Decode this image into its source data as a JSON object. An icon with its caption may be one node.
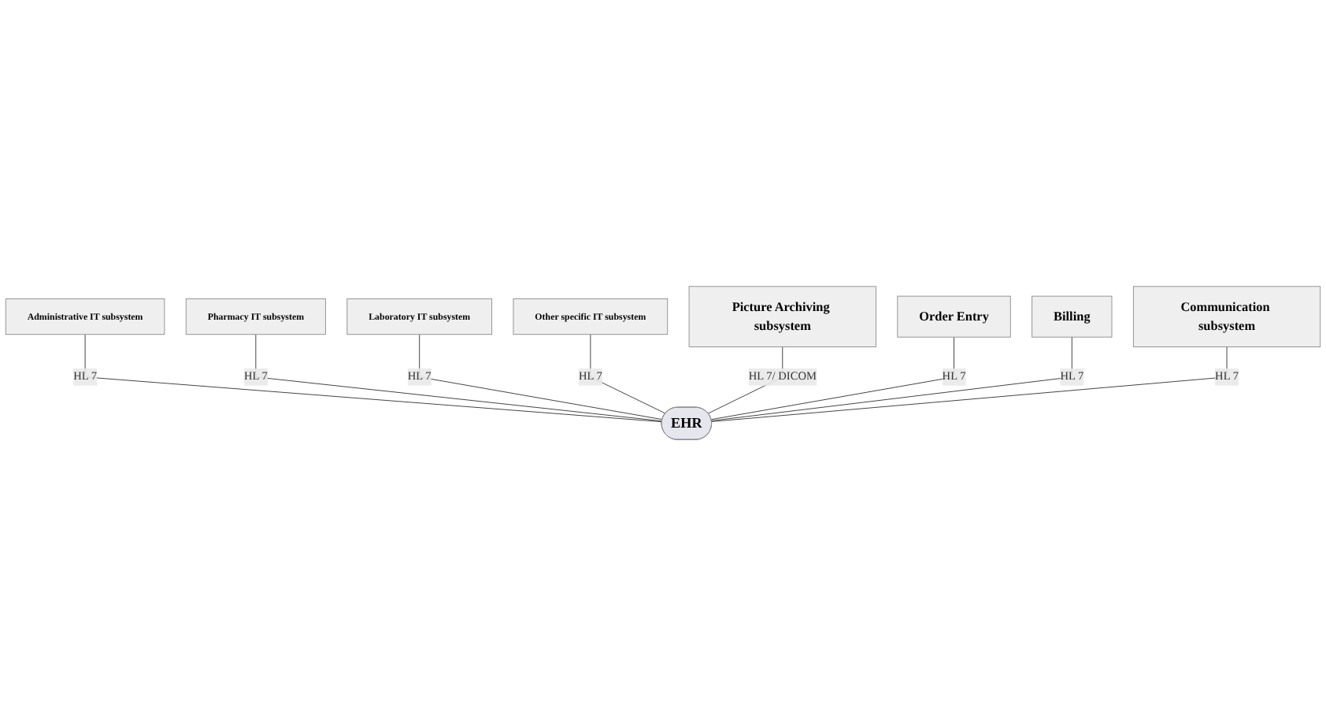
{
  "diagram": {
    "nodes": [
      {
        "text": [
          "Administrative IT subsystem"
        ]
      },
      {
        "text": [
          "Pharmacy IT subsystem"
        ]
      },
      {
        "text": [
          "Laboratory IT subsystem"
        ]
      },
      {
        "text": [
          "Other specific IT subsystem"
        ]
      },
      {
        "text": [
          "EHR"
        ]
      },
      {
        "text": [
          "Picture Archiving subsystem"
        ]
      },
      {
        "text": [
          "Order Entry"
        ]
      },
      {
        "text": [
          "Billing"
        ]
      },
      {
        "text": [
          "Communication subsystem"
        ]
      }
    ],
    "edges": [
      {
        "from": 0,
        "to": 4,
        "arrow": "none",
        "label": "HL 7"
      },
      {
        "from": 1,
        "to": 4,
        "arrow": "none",
        "label": "HL 7"
      },
      {
        "from": 2,
        "to": 4,
        "arrow": "none",
        "label": "HL 7"
      },
      {
        "from": 3,
        "to": 4,
        "arrow": "none",
        "label": "HL 7"
      },
      {
        "from": 5,
        "to": 4,
        "arrow": "none",
        "label": "HL 7/ DICOM"
      },
      {
        "from": 6,
        "to": 4,
        "arrow": "none",
        "label": "HL 7"
      },
      {
        "from": 7,
        "to": 4,
        "arrow": "none",
        "label": "HL 7"
      },
      {
        "from": 8,
        "to": 4,
        "arrow": "none",
        "label": "HL 7"
      }
    ]
  }
}
